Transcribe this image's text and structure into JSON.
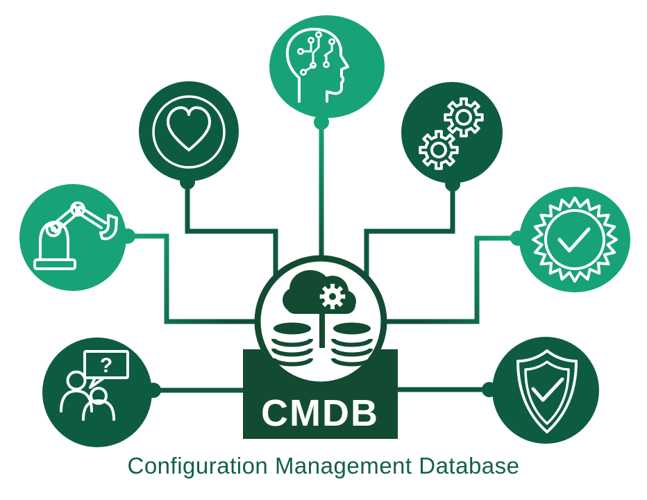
{
  "hub": {
    "label": "CMDB",
    "icon": "cloud-gear-database-icon"
  },
  "caption": "Configuration Management Database",
  "colors": {
    "dark_green": "#0d5c41",
    "deep_green": "#124b31",
    "light_green": "#17a377",
    "icon_stroke": "#ffffff",
    "connector_dark": "#0d5741"
  },
  "nodes": [
    {
      "name": "ai-head",
      "icon": "ai-head-icon",
      "tone": "light"
    },
    {
      "name": "heart",
      "icon": "heart-icon",
      "tone": "dark"
    },
    {
      "name": "gears",
      "icon": "gears-icon",
      "tone": "dark"
    },
    {
      "name": "robot-arm",
      "icon": "robot-arm-icon",
      "tone": "light"
    },
    {
      "name": "certified-badge",
      "icon": "certified-badge-icon",
      "tone": "light"
    },
    {
      "name": "people-question",
      "icon": "people-question-icon",
      "tone": "dark",
      "bubble_text": "?"
    },
    {
      "name": "shield-check",
      "icon": "shield-check-icon",
      "tone": "dark"
    }
  ]
}
